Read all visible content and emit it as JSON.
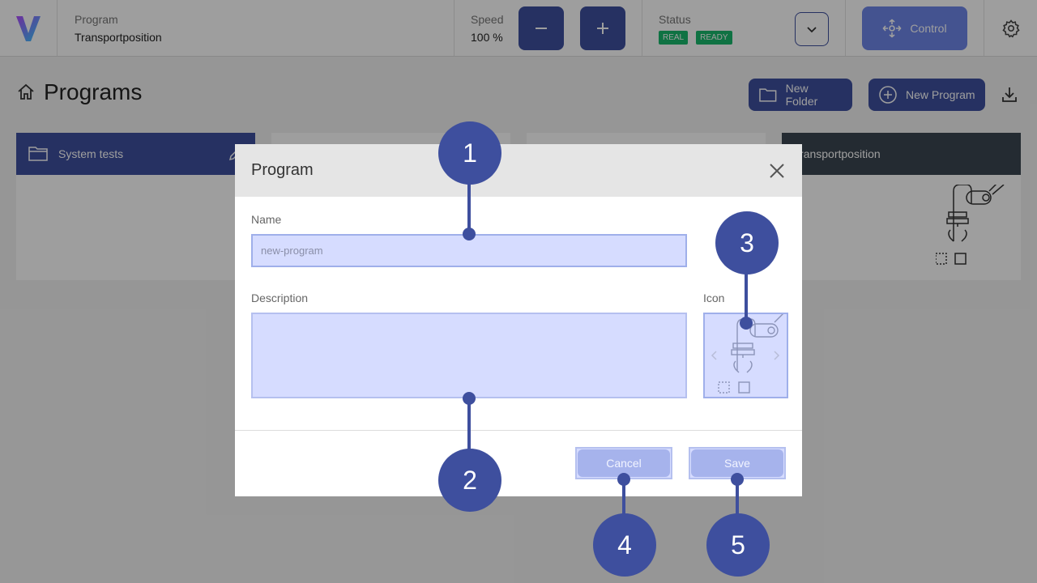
{
  "header": {
    "program_label": "Program",
    "program_value": "Transportposition",
    "speed_label": "Speed",
    "speed_value": "100 %",
    "status_label": "Status",
    "badges": [
      "REAL",
      "READY"
    ],
    "control_label": "Control"
  },
  "page": {
    "title": "Programs",
    "new_folder_label": "New Folder",
    "new_program_label": "New Program",
    "cards": [
      {
        "label": "System tests"
      },
      {
        "label": "Transportposition"
      }
    ]
  },
  "dialog": {
    "title": "Program",
    "name_label": "Name",
    "name_placeholder": "new-program",
    "description_label": "Description",
    "icon_label": "Icon",
    "cancel_label": "Cancel",
    "save_label": "Save"
  },
  "callouts": [
    "1",
    "2",
    "3",
    "4",
    "5"
  ],
  "colors": {
    "accent": "#3e4f9e",
    "badge_green": "#19b86c",
    "highlight": "#d6dcff"
  }
}
